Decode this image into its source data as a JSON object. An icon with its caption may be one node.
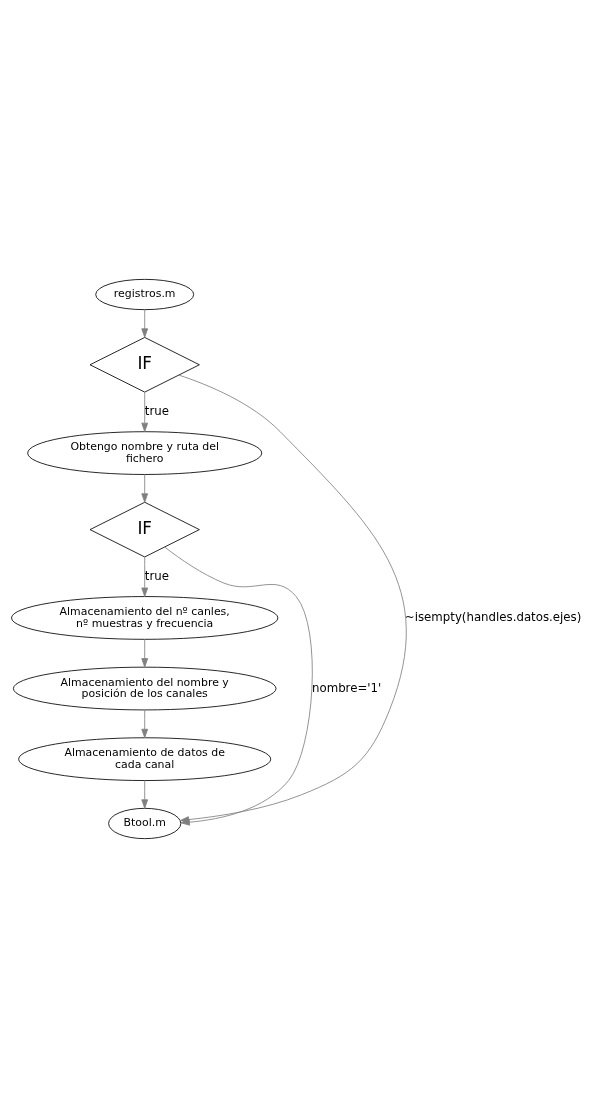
{
  "diagram": {
    "nodes": [
      {
        "text": [
          "registros.m"
        ]
      },
      {
        "text": [
          "IF"
        ]
      },
      {
        "text": [
          "Obtengo nombre y ruta del fichero"
        ]
      },
      {
        "text": [
          "IF"
        ]
      },
      {
        "text": [
          "Almacenamiento del nº canles, nº muestras y frecuencia"
        ]
      },
      {
        "text": [
          "Almacenamiento del nombre y posición de los canales"
        ]
      },
      {
        "text": [
          "Almacenamiento de datos de cada canal"
        ]
      },
      {
        "text": [
          "Btool.m"
        ]
      }
    ],
    "edges": [
      {
        "from": 0,
        "to": 1,
        "arrow": "to"
      },
      {
        "from": 1,
        "to": 2,
        "arrow": "to",
        "label": "true"
      },
      {
        "from": 1,
        "to": 7,
        "arrow": "to",
        "label": "~isempty(handles.datos.ejes)"
      },
      {
        "from": 2,
        "to": 3,
        "arrow": "to"
      },
      {
        "from": 3,
        "to": 4,
        "arrow": "to",
        "label": "true"
      },
      {
        "from": 3,
        "to": 7,
        "arrow": "to",
        "label": "nombre='1'"
      },
      {
        "from": 4,
        "to": 5,
        "arrow": "to"
      },
      {
        "from": 5,
        "to": 6,
        "arrow": "to"
      },
      {
        "from": 6,
        "to": 7,
        "arrow": "to"
      }
    ]
  }
}
